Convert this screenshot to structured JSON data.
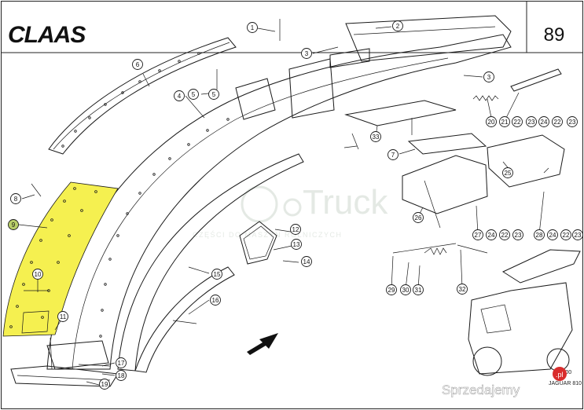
{
  "header": {
    "brand": "CLAAS",
    "page_number": "89"
  },
  "highlight_color": "#f5f050",
  "watermark": {
    "brand": "Truck",
    "subtitle": "CZĘŚCI DO MASZYN ROLNICZYCH"
  },
  "footer": {
    "code": "3z00",
    "model": "JAGUAR 810"
  },
  "seller_badge": {
    "text": "Sprzedajemy",
    "suffix": ".pl"
  },
  "callouts": [
    {
      "n": "1"
    },
    {
      "n": "2"
    },
    {
      "n": "3"
    },
    {
      "n": "3"
    },
    {
      "n": "4"
    },
    {
      "n": "5"
    },
    {
      "n": "5"
    },
    {
      "n": "6"
    },
    {
      "n": "7"
    },
    {
      "n": "8"
    },
    {
      "n": "9",
      "highlighted": true
    },
    {
      "n": "10"
    },
    {
      "n": "11"
    },
    {
      "n": "12"
    },
    {
      "n": "13"
    },
    {
      "n": "14"
    },
    {
      "n": "15"
    },
    {
      "n": "16"
    },
    {
      "n": "17"
    },
    {
      "n": "18"
    },
    {
      "n": "19"
    },
    {
      "n": "20"
    },
    {
      "n": "21"
    },
    {
      "n": "22"
    },
    {
      "n": "23"
    },
    {
      "n": "24"
    },
    {
      "n": "22"
    },
    {
      "n": "23"
    },
    {
      "n": "25"
    },
    {
      "n": "26"
    },
    {
      "n": "27"
    },
    {
      "n": "24"
    },
    {
      "n": "22"
    },
    {
      "n": "23"
    },
    {
      "n": "28"
    },
    {
      "n": "24"
    },
    {
      "n": "22"
    },
    {
      "n": "23"
    },
    {
      "n": "29"
    },
    {
      "n": "30"
    },
    {
      "n": "31"
    },
    {
      "n": "32"
    },
    {
      "n": "33"
    }
  ]
}
